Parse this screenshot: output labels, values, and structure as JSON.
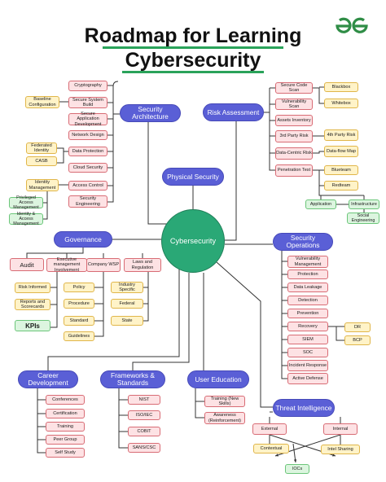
{
  "title": {
    "line1": "Roadmap for Learning",
    "line2": "Cybersecurity"
  },
  "logo_icon": "geeksforgeeks-logo-icon",
  "colors": {
    "hub": "#5a5fd6",
    "center": "#2aa876",
    "pink": "#fde2e4",
    "yellow": "#fff3c8",
    "green": "#dcf5df",
    "accent": "#2aa35a"
  },
  "center": "Cybersecurity",
  "security_architecture": {
    "label": "Security Architecture",
    "topics": [
      "Cryptography",
      "Secure System Build",
      "Secure Application Development",
      "Network Design",
      "Data Protection",
      "Cloud Security",
      "Access Control",
      "Security Engineering"
    ],
    "baseline": "Baseline Configuration",
    "federated": "Federated Identity",
    "casb": "CASB",
    "identity_mgmt": "Identity Management",
    "privileged": "Privileged Access Management",
    "identity_access": "Identity & Access Management"
  },
  "risk_assessment": {
    "label": "Risk Assessment",
    "topics": [
      "Secure Code Scan",
      "Vulnerability Scan",
      "Assets Inventory",
      "3rd Party Risk",
      "Data-Centric Risk",
      "Penetration Test"
    ],
    "blackbox": "Blackbox",
    "whitebox": "Whitebox",
    "fourth_party": "4th Party Risk",
    "data_flow": "Data-flow Map",
    "blueteam": "Blueteam",
    "redteam": "Redteam",
    "application": "Application",
    "infrastructure": "Infrastructure",
    "social": "Social Engineering"
  },
  "physical_security": {
    "label": "Physical Security"
  },
  "governance": {
    "label": "Governance",
    "audit": "Audit",
    "exec": "Executive management Involvement",
    "company": "Company WSP",
    "laws": "Laws and Regulation",
    "risk_informed": "Risk Informed",
    "reports": "Reports and Scorecards",
    "kpis": "KPIs",
    "wsp_items": [
      "Policy",
      "Procedure",
      "Standard",
      "Guidelines"
    ],
    "law_items": [
      "Industry Specific",
      "Federal",
      "State"
    ]
  },
  "security_operations": {
    "label": "Security Operations",
    "topics": [
      "Vulnerability Management",
      "Protection",
      "Data Leakage",
      "Detection",
      "Prevention",
      "Recovery",
      "SIEM",
      "SOC",
      "Incident Response",
      "Active Defense"
    ],
    "dr": "DR",
    "bcp": "BCP"
  },
  "career": {
    "label": "Career Development",
    "items": [
      "Conferences",
      "Certification",
      "Training",
      "Peer Group",
      "Self Study"
    ]
  },
  "frameworks": {
    "label": "Frameworks & Standards",
    "items": [
      "NIST",
      "ISO/IEC",
      "COBIT",
      "SANS/CSC"
    ]
  },
  "user_education": {
    "label": "User Education",
    "items": [
      "Training (New Skills)",
      "Awareness (Reinforcement)"
    ]
  },
  "threat": {
    "label": "Threat Intelligence",
    "external": "External",
    "internal": "Internal",
    "contextual": "Contextual",
    "intel_sharing": "Intel Sharing",
    "iocs": "IOCs"
  }
}
